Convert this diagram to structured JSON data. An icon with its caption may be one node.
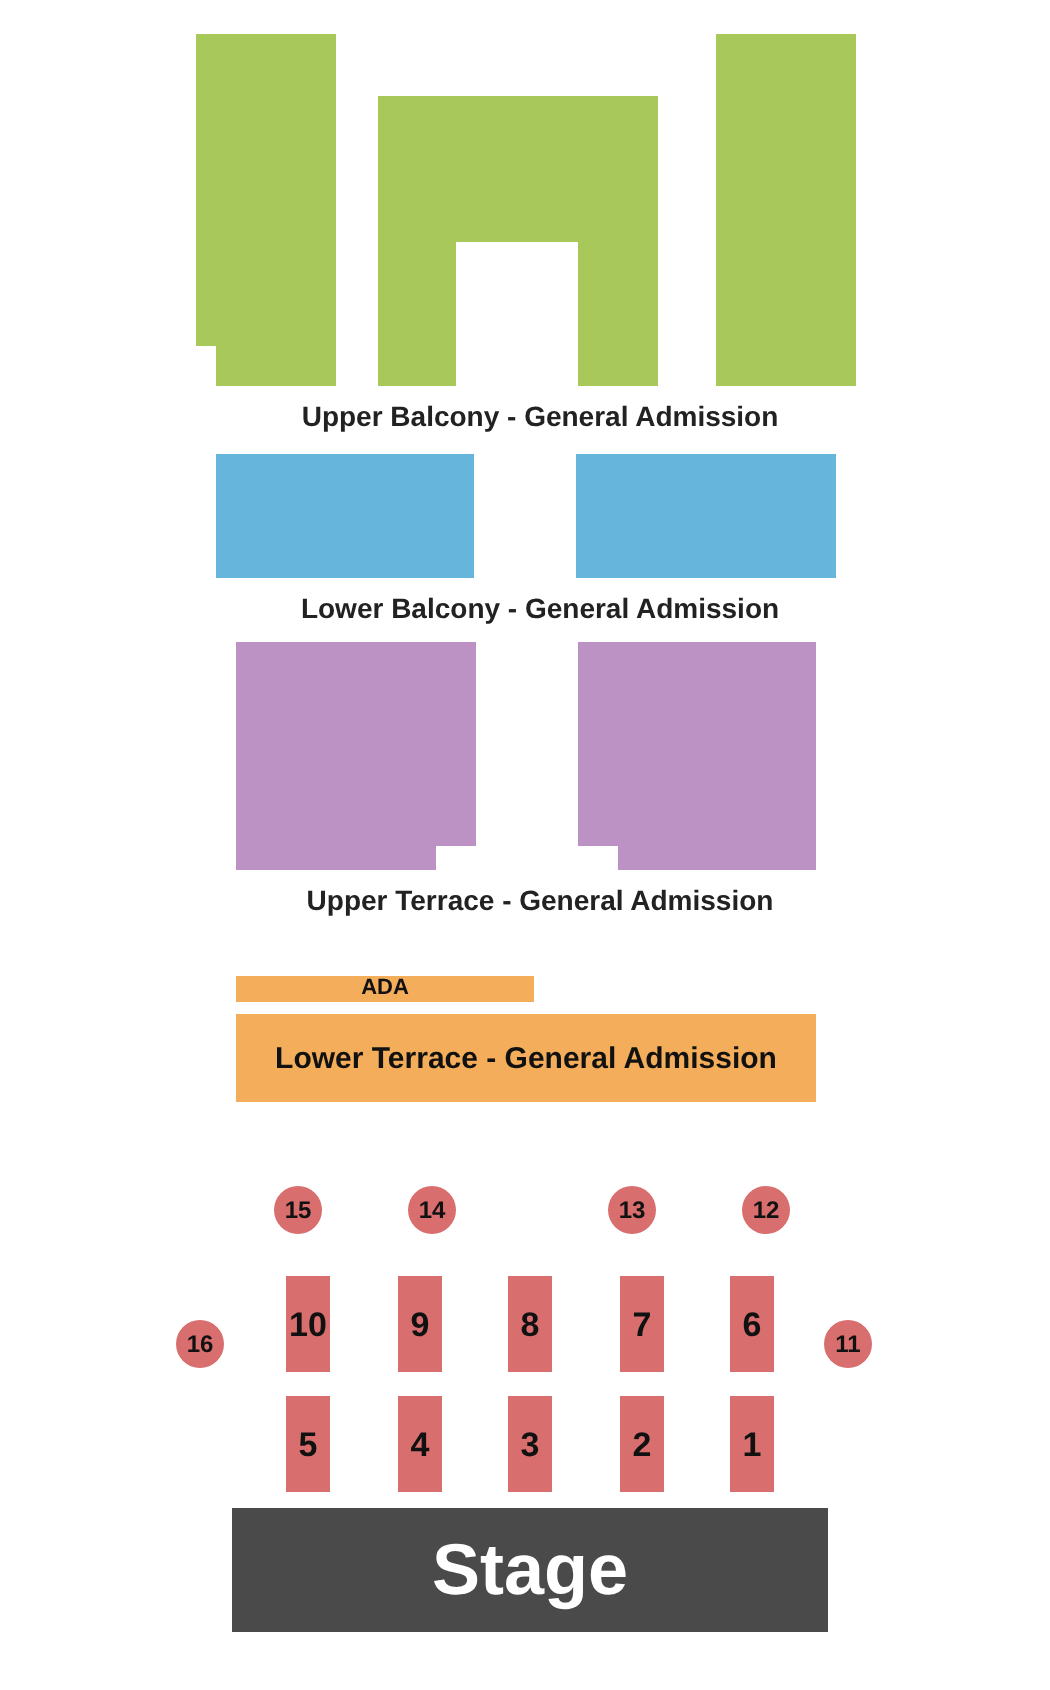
{
  "diagram": {
    "nodes": [
      {
        "text": [],
        "shape": "box"
      },
      {
        "text": [],
        "shape": "box"
      },
      {
        "text": [],
        "shape": "box"
      },
      {
        "text": [],
        "shape": "box"
      },
      {
        "text": [],
        "shape": "box"
      },
      {
        "text": [],
        "shape": "box"
      },
      {
        "text": [],
        "shape": "box"
      },
      {
        "text": [
          "ADA"
        ]
      },
      {
        "text": [
          "Lower Terrace - General Admission"
        ]
      },
      {
        "text": [
          "15"
        ]
      },
      {
        "text": [
          "14"
        ]
      },
      {
        "text": [
          "13"
        ]
      },
      {
        "text": [
          "12"
        ]
      },
      {
        "text": [
          "16"
        ]
      },
      {
        "text": [
          "10"
        ]
      },
      {
        "text": [
          "9"
        ]
      },
      {
        "text": [
          "8"
        ]
      },
      {
        "text": [
          "7"
        ]
      },
      {
        "text": [
          "6"
        ]
      },
      {
        "text": [
          "11"
        ]
      },
      {
        "text": [
          "5"
        ]
      },
      {
        "text": [
          "4"
        ]
      },
      {
        "text": [
          "3"
        ]
      },
      {
        "text": [
          "2"
        ]
      },
      {
        "text": [
          "1"
        ]
      },
      {
        "text": [
          "Stage"
        ]
      }
    ],
    "edges": [],
    "labels": [
      "Upper Balcony - General Admission",
      "Lower Balcony - General Admission",
      "Upper Terrace - General Admission"
    ]
  }
}
